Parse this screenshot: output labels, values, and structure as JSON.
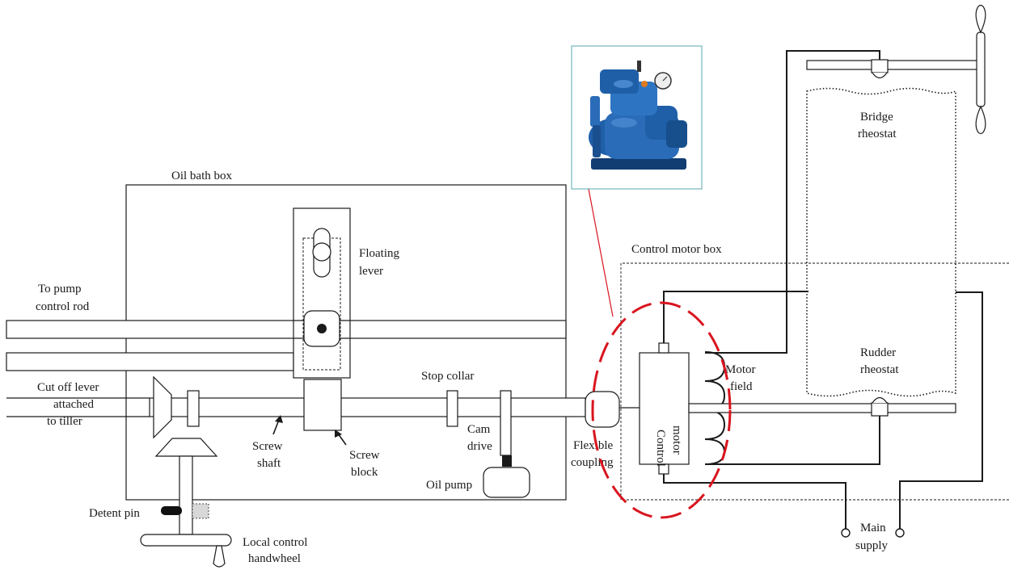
{
  "labels": {
    "oil_bath_box": "Oil bath box",
    "floating_lever": [
      "Floating",
      "lever"
    ],
    "to_pump": [
      "To pump",
      "control rod"
    ],
    "cut_off": [
      "Cut off lever",
      "attached",
      "to tiller"
    ],
    "stop_collar": "Stop collar",
    "cam_drive": [
      "Cam",
      "drive"
    ],
    "screw_shaft": [
      "Screw",
      "shaft"
    ],
    "screw_block": [
      "Screw",
      "block"
    ],
    "oil_pump": "Oil pump",
    "detent_pin": "Detent pin",
    "local_control": [
      "Local control",
      "handwheel"
    ],
    "flexible_coupling": [
      "Flexible",
      "coupling"
    ],
    "control_motor_box": "Control motor box",
    "control_motor": [
      "Control",
      "motor"
    ],
    "motor_field": [
      "Motor",
      "field"
    ],
    "bridge_rheostat": [
      "Bridge",
      "rheostat"
    ],
    "rudder_rheostat": [
      "Rudder",
      "rheostat"
    ],
    "main_supply": [
      "Main",
      "supply"
    ]
  },
  "colors": {
    "line": "#1a1a1a",
    "highlight": "#d9141e",
    "pump_body": "#1f5fa8",
    "pump_dark": "#123d73"
  }
}
